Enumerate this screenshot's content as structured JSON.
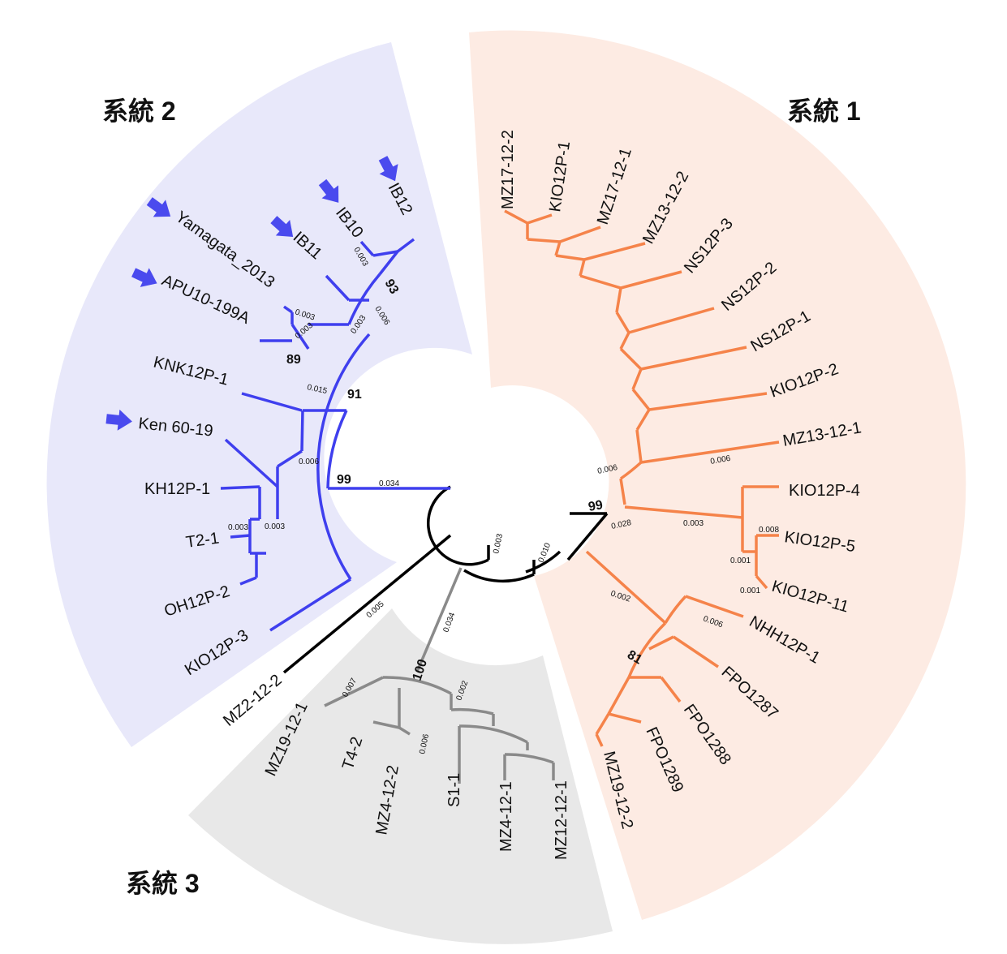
{
  "colors": {
    "lineage1": "#f5834a",
    "lineage2": "#3f3fee",
    "lineage3": "#8a8a8a",
    "root": "#000000",
    "bg1": "#fdebe3",
    "bg2": "#e8e8fa",
    "bg3": "#e8e8e8",
    "arrow": "#4a4aee"
  },
  "lineage_labels": {
    "l1": "系統 1",
    "l2": "系統 2",
    "l3": "系統 3"
  },
  "tips": {
    "lineage1": [
      "MZ17-12-2",
      "KIO12P-1",
      "MZ17-12-1",
      "MZ13-12-2",
      "NS12P-3",
      "NS12P-2",
      "NS12P-1",
      "KIO12P-2",
      "MZ13-12-1",
      "KIO12P-4",
      "KIO12P-5",
      "KIO12P-11",
      "NHH12P-1",
      "FPO1287",
      "FPO1288",
      "FPO1289",
      "MZ19-12-2"
    ],
    "lineage2": [
      "IB12",
      "IB10",
      "IB11",
      "Yamagata_2013",
      "APU10-199A",
      "KNK12P-1",
      "Ken 60-19",
      "KH12P-1",
      "T2-1",
      "OH12P-2",
      "KIO12P-3"
    ],
    "lineage3": [
      "MZ19-12-1",
      "T4-2",
      "MZ4-12-2",
      "S1-1",
      "MZ4-12-1",
      "MZ12-12-1"
    ],
    "outgroup": [
      "MZ2-12-2"
    ]
  },
  "arrow_marks": [
    "IB12",
    "IB10",
    "IB11",
    "Yamagata_2013",
    "APU10-199A",
    "Ken 60-19"
  ],
  "branch_lengths": {
    "root_l2": "0.034",
    "root_inner": "0.003",
    "root_l1": "0.010",
    "outgroup": "0.005",
    "l3_stem": "0.034",
    "l3_a": "0.007",
    "l3_b": "0.002",
    "l3_c": "0.006",
    "l1_stem": "0.028",
    "l1_a": "0.006",
    "l1_b": "0.006",
    "l1_c": "0.003",
    "l1_d": "0.008",
    "l1_e": "0.001",
    "l1_f": "0.001",
    "l1_g": "0.002",
    "l1_h": "0.006",
    "l2_a": "0.015",
    "l2_b": "0.006",
    "l2_c": "0.003",
    "l2_d": "0.003",
    "l2_e": "0.003",
    "l2_f": "0.003",
    "l2_g": "0.003",
    "l2_h": "0.006",
    "l2_i": "0.003"
  },
  "bootstrap": {
    "l1_root": "99",
    "l1_fpo": "81",
    "l2_root": "99",
    "l2_91": "91",
    "l2_93": "93",
    "l2_89": "89",
    "l3_root": "100"
  }
}
